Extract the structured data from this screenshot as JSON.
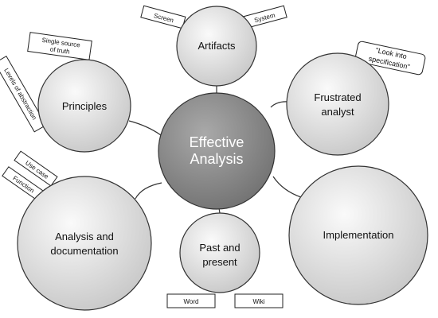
{
  "center": {
    "label_line1": "Effective",
    "label_line2": "Analysis"
  },
  "nodes": {
    "artifacts": {
      "label_line1": "Artifacts"
    },
    "principles": {
      "label_line1": "Principles"
    },
    "frustrated": {
      "label_line1": "Frustrated",
      "label_line2": "analyst"
    },
    "analysis_doc": {
      "label_line1": "Analysis and",
      "label_line2": "documentation"
    },
    "past_present": {
      "label_line1": "Past and",
      "label_line2": "present"
    },
    "implementation": {
      "label_line1": "Implementation"
    }
  },
  "tags": {
    "screen": "Screen",
    "system": "System",
    "single_source_line1": "Single source",
    "single_source_line2": "of truth",
    "levels_abstraction": "Levels of abstraction",
    "look_into_line1": "\"Look into",
    "look_into_line2": "specification\"",
    "use_case": "Use case",
    "function": "Function",
    "word": "Word",
    "wiki": "Wiki"
  },
  "colors": {
    "center_fill_light": "#a9a9a9",
    "center_fill_dark": "#6e6e6e",
    "node_fill_light": "#fafafa",
    "node_fill_dark": "#c4c4c4",
    "stroke": "#333333"
  }
}
